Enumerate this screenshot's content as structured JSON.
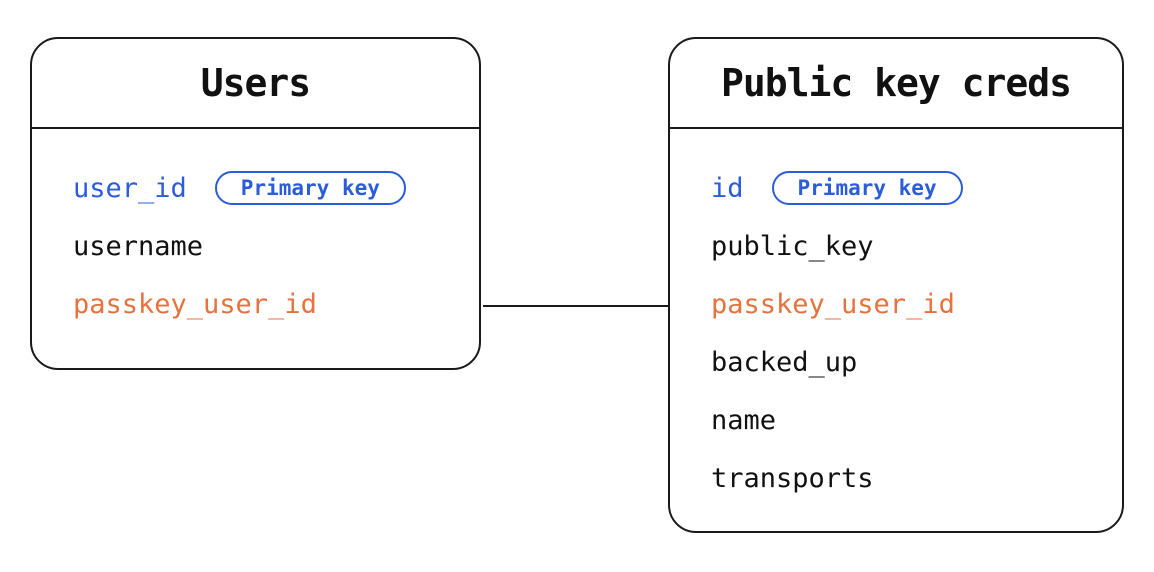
{
  "colors": {
    "primary_key": "#2b5cd9",
    "foreign_key": "#e8723d",
    "line": "#1a1a1a",
    "text": "#111111",
    "background": "#ffffff"
  },
  "tables": [
    {
      "title": "Users",
      "fields": [
        {
          "name": "user_id",
          "badge": "Primary key",
          "role": "primary"
        },
        {
          "name": "username",
          "role": "default"
        },
        {
          "name": "passkey_user_id",
          "role": "foreign"
        }
      ]
    },
    {
      "title": "Public key creds",
      "fields": [
        {
          "name": "id",
          "badge": "Primary key",
          "role": "primary"
        },
        {
          "name": "public_key",
          "role": "default"
        },
        {
          "name": "passkey_user_id",
          "role": "foreign"
        },
        {
          "name": "backed_up",
          "role": "default"
        },
        {
          "name": "name",
          "role": "default"
        },
        {
          "name": "transports",
          "role": "default"
        }
      ]
    }
  ],
  "relationship": {
    "from": "Users.passkey_user_id",
    "to": "Public key creds.passkey_user_id"
  }
}
